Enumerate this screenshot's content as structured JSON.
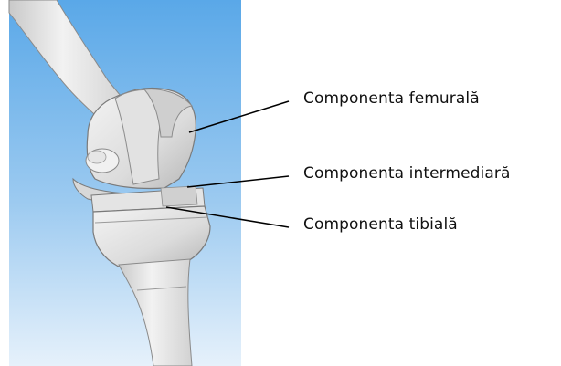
{
  "labels": {
    "femoral": "Componenta femurală",
    "intermediate": "Componenta intermediară",
    "tibial": "Componenta tibială"
  },
  "colors": {
    "background_top": "#5aa8e8",
    "background_bottom": "#e6f1fb",
    "bone": "#ececec",
    "bone_shadow": "#b9b9b9",
    "outline": "#7a7a7a",
    "leader_line": "#000000"
  }
}
